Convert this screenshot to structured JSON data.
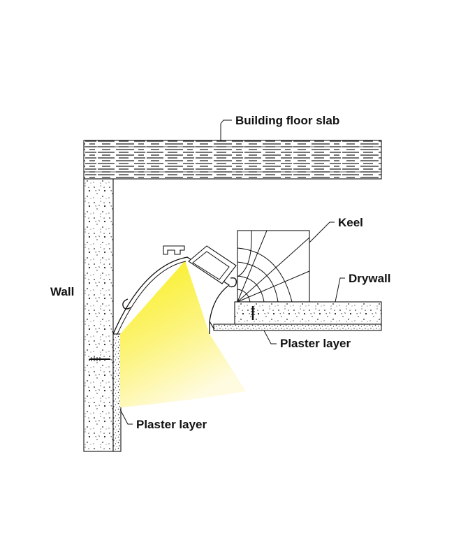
{
  "labels": {
    "floor_slab": "Building floor slab",
    "keel": "Keel",
    "drywall": "Drywall",
    "wall": "Wall",
    "plaster_right": "Plaster layer",
    "plaster_left": "Plaster layer"
  },
  "colors": {
    "light_beam": "#fdf23a",
    "line": "#111111",
    "background": "#ffffff"
  }
}
